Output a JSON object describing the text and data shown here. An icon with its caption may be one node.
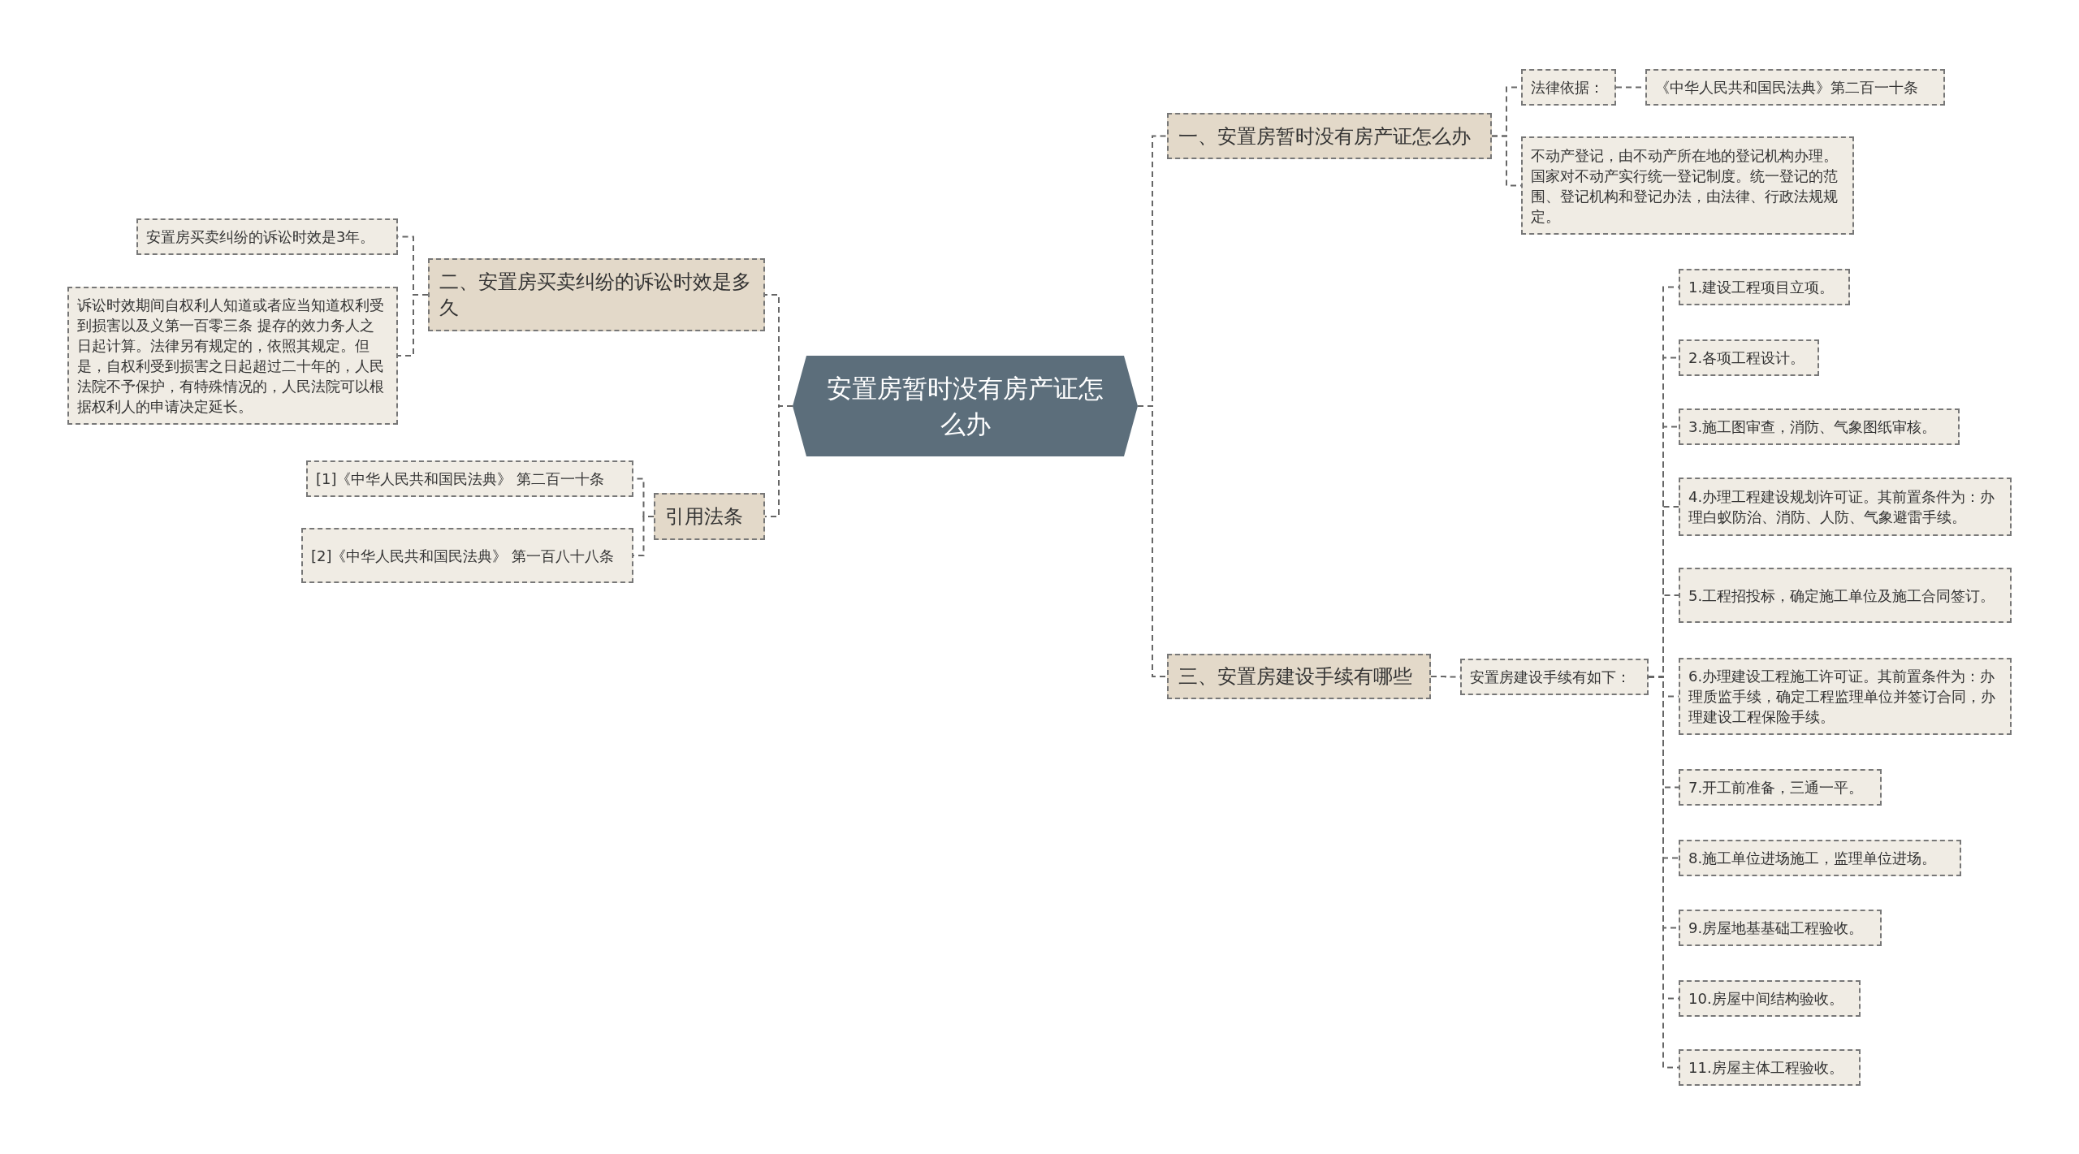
{
  "diagram": {
    "nodes": [
      {
        "text": [
          "安置房暂时没有房产证怎么办"
        ]
      },
      {
        "text": [
          "一、安置房暂时没有房产证怎么办"
        ]
      },
      {
        "text": [
          "法律依据："
        ]
      },
      {
        "text": [
          "《中华人民共和国民法典》第二百一十条"
        ]
      },
      {
        "text": [
          "不动产登记，由不动产所在地的登记机构办理。国家对不动产实行统一登记制度。统一登记的范围、登记机构和登记办法，由法律、行政法规规定。"
        ]
      },
      {
        "text": [
          "二、安置房买卖纠纷的诉讼时效是多久"
        ]
      },
      {
        "text": [
          "安置房买卖纠纷的诉讼时效是3年。"
        ]
      },
      {
        "text": [
          "诉讼时效期间自权利人知道或者应当知道权利受到损害以及义第一百零三条 提存的效力务人之日起计算。法律另有规定的，依照其规定。但是，自权利受到损害之日起超过二十年的，人民法院不予保护，有特殊情况的，人民法院可以根据权利人的申请决定延长。"
        ]
      },
      {
        "text": [
          "引用法条"
        ]
      },
      {
        "text": [
          "[1]《中华人民共和国民法典》 第二百一十条"
        ]
      },
      {
        "text": [
          "[2]《中华人民共和国民法典》 第一百八十八条"
        ]
      },
      {
        "text": [
          "三、安置房建设手续有哪些"
        ]
      },
      {
        "text": [
          "安置房建设手续有如下："
        ]
      },
      {
        "text": [
          "1.建设工程项目立项。"
        ]
      },
      {
        "text": [
          "2.各项工程设计。"
        ]
      },
      {
        "text": [
          "3.施工图审查，消防、气象图纸审核。"
        ]
      },
      {
        "text": [
          "4.办理工程建设规划许可证。其前置条件为：办理白蚁防治、消防、人防、气象避雷手续。"
        ]
      },
      {
        "text": [
          "5.工程招投标，确定施工单位及施工合同签订。"
        ]
      },
      {
        "text": [
          "6.办理建设工程施工许可证。其前置条件为：办理质监手续，确定工程监理单位并签订合同，办理建设工程保险手续。"
        ]
      },
      {
        "text": [
          "7.开工前准备，三通一平。"
        ]
      },
      {
        "text": [
          "8.施工单位进场施工，监理单位进场。"
        ]
      },
      {
        "text": [
          "9.房屋地基基础工程验收。"
        ]
      },
      {
        "text": [
          "10.房屋中间结构验收。"
        ]
      },
      {
        "text": [
          "11.房屋主体工程验收。"
        ]
      }
    ],
    "edges": [
      {
        "from": 0,
        "to": 1,
        "arrow": "none"
      },
      {
        "from": 1,
        "to": 2,
        "arrow": "none"
      },
      {
        "from": 2,
        "to": 3,
        "arrow": "none"
      },
      {
        "from": 1,
        "to": 4,
        "arrow": "none"
      },
      {
        "from": 0,
        "to": 5,
        "arrow": "none"
      },
      {
        "from": 5,
        "to": 6,
        "arrow": "none"
      },
      {
        "from": 5,
        "to": 7,
        "arrow": "none"
      },
      {
        "from": 0,
        "to": 8,
        "arrow": "none"
      },
      {
        "from": 8,
        "to": 9,
        "arrow": "none"
      },
      {
        "from": 8,
        "to": 10,
        "arrow": "none"
      },
      {
        "from": 0,
        "to": 11,
        "arrow": "none"
      },
      {
        "from": 11,
        "to": 12,
        "arrow": "none"
      },
      {
        "from": 12,
        "to": 13,
        "arrow": "none"
      },
      {
        "from": 12,
        "to": 14,
        "arrow": "none"
      },
      {
        "from": 12,
        "to": 15,
        "arrow": "none"
      },
      {
        "from": 12,
        "to": 16,
        "arrow": "none"
      },
      {
        "from": 12,
        "to": 17,
        "arrow": "none"
      },
      {
        "from": 12,
        "to": 18,
        "arrow": "none"
      },
      {
        "from": 12,
        "to": 19,
        "arrow": "none"
      },
      {
        "from": 12,
        "to": 20,
        "arrow": "none"
      },
      {
        "from": 12,
        "to": 21,
        "arrow": "none"
      },
      {
        "from": 12,
        "to": 22,
        "arrow": "none"
      },
      {
        "from": 12,
        "to": 23,
        "arrow": "none"
      }
    ]
  }
}
